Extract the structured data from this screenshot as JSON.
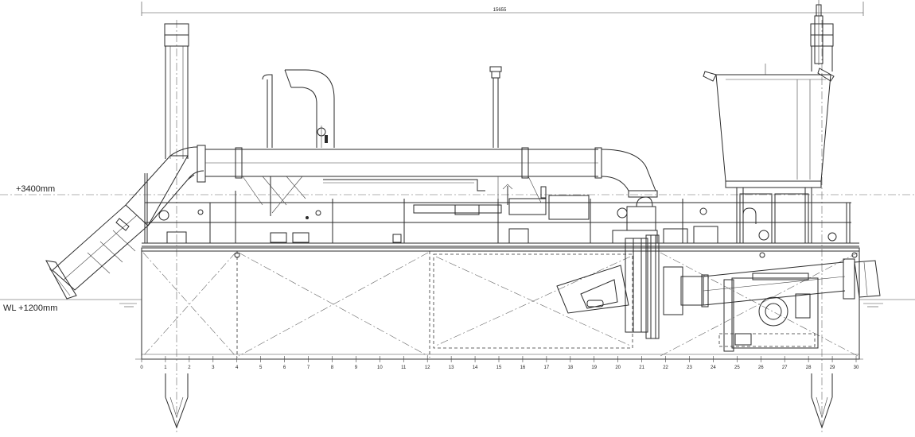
{
  "drawing": {
    "overall_dimension": "15655",
    "elevation_label": "+3400mm",
    "waterline_label": "WL  +1200mm",
    "frame_numbers": [
      "0",
      "1",
      "2",
      "3",
      "4",
      "5",
      "6",
      "7",
      "8",
      "9",
      "10",
      "11",
      "12",
      "13",
      "14",
      "15",
      "16",
      "17",
      "18",
      "19",
      "20",
      "21",
      "22",
      "23",
      "24",
      "25",
      "26",
      "27",
      "28",
      "29",
      "30"
    ]
  }
}
